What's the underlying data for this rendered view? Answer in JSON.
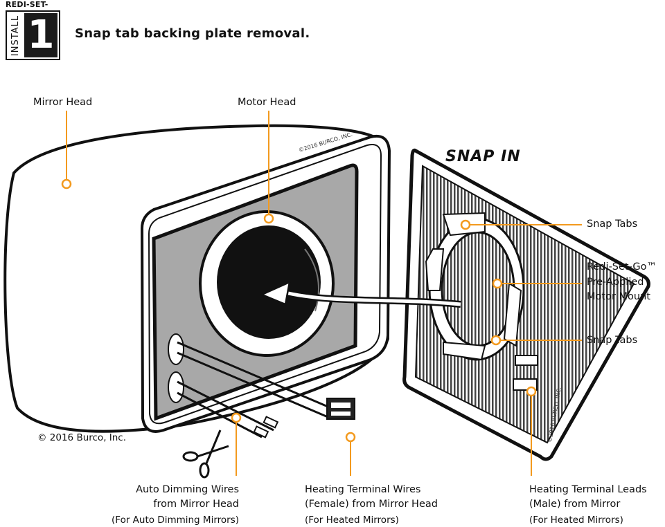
{
  "badge": {
    "top_text": "REDI-SET-GO",
    "side_text": "INSTALL",
    "number": "1"
  },
  "heading": "Snap tab backing plate removal.",
  "callout": "SNAP IN",
  "labels": {
    "mirror_head": "Mirror Head",
    "motor_head": "Motor Head",
    "snap_tabs_top": "Snap Tabs",
    "motor_mount_line1": "Redi-Set-Go™",
    "motor_mount_line2": "Pre-Applied",
    "motor_mount_line3": "Motor Mount",
    "snap_tabs_bottom": "Snap Tabs",
    "copyright": "© 2016 Burco, Inc.",
    "auto_dim_line1": "Auto Dimming Wires",
    "auto_dim_line2": "from Mirror Head",
    "auto_dim_note": "(For Auto Dimming Mirrors)",
    "heat_wires_line1": "Heating Terminal Wires",
    "heat_wires_line2": "(Female) from Mirror Head",
    "heat_wires_note": "(For Heated Mirrors)",
    "heat_leads_line1": "Heating Terminal Leads",
    "heat_leads_line2": "(Male) from Mirror",
    "heat_leads_note": "(For Heated Mirrors)"
  },
  "small_print": {
    "housing_copyright": "©2016 BURCO, INC.",
    "plate_copyright": "©2016 BURCO, INC."
  },
  "colors": {
    "leader": "#f39a1e",
    "ink": "#111111",
    "panel_gray": "#a8a8a8"
  },
  "icons": [
    "scissors-icon",
    "arrow-icon"
  ]
}
